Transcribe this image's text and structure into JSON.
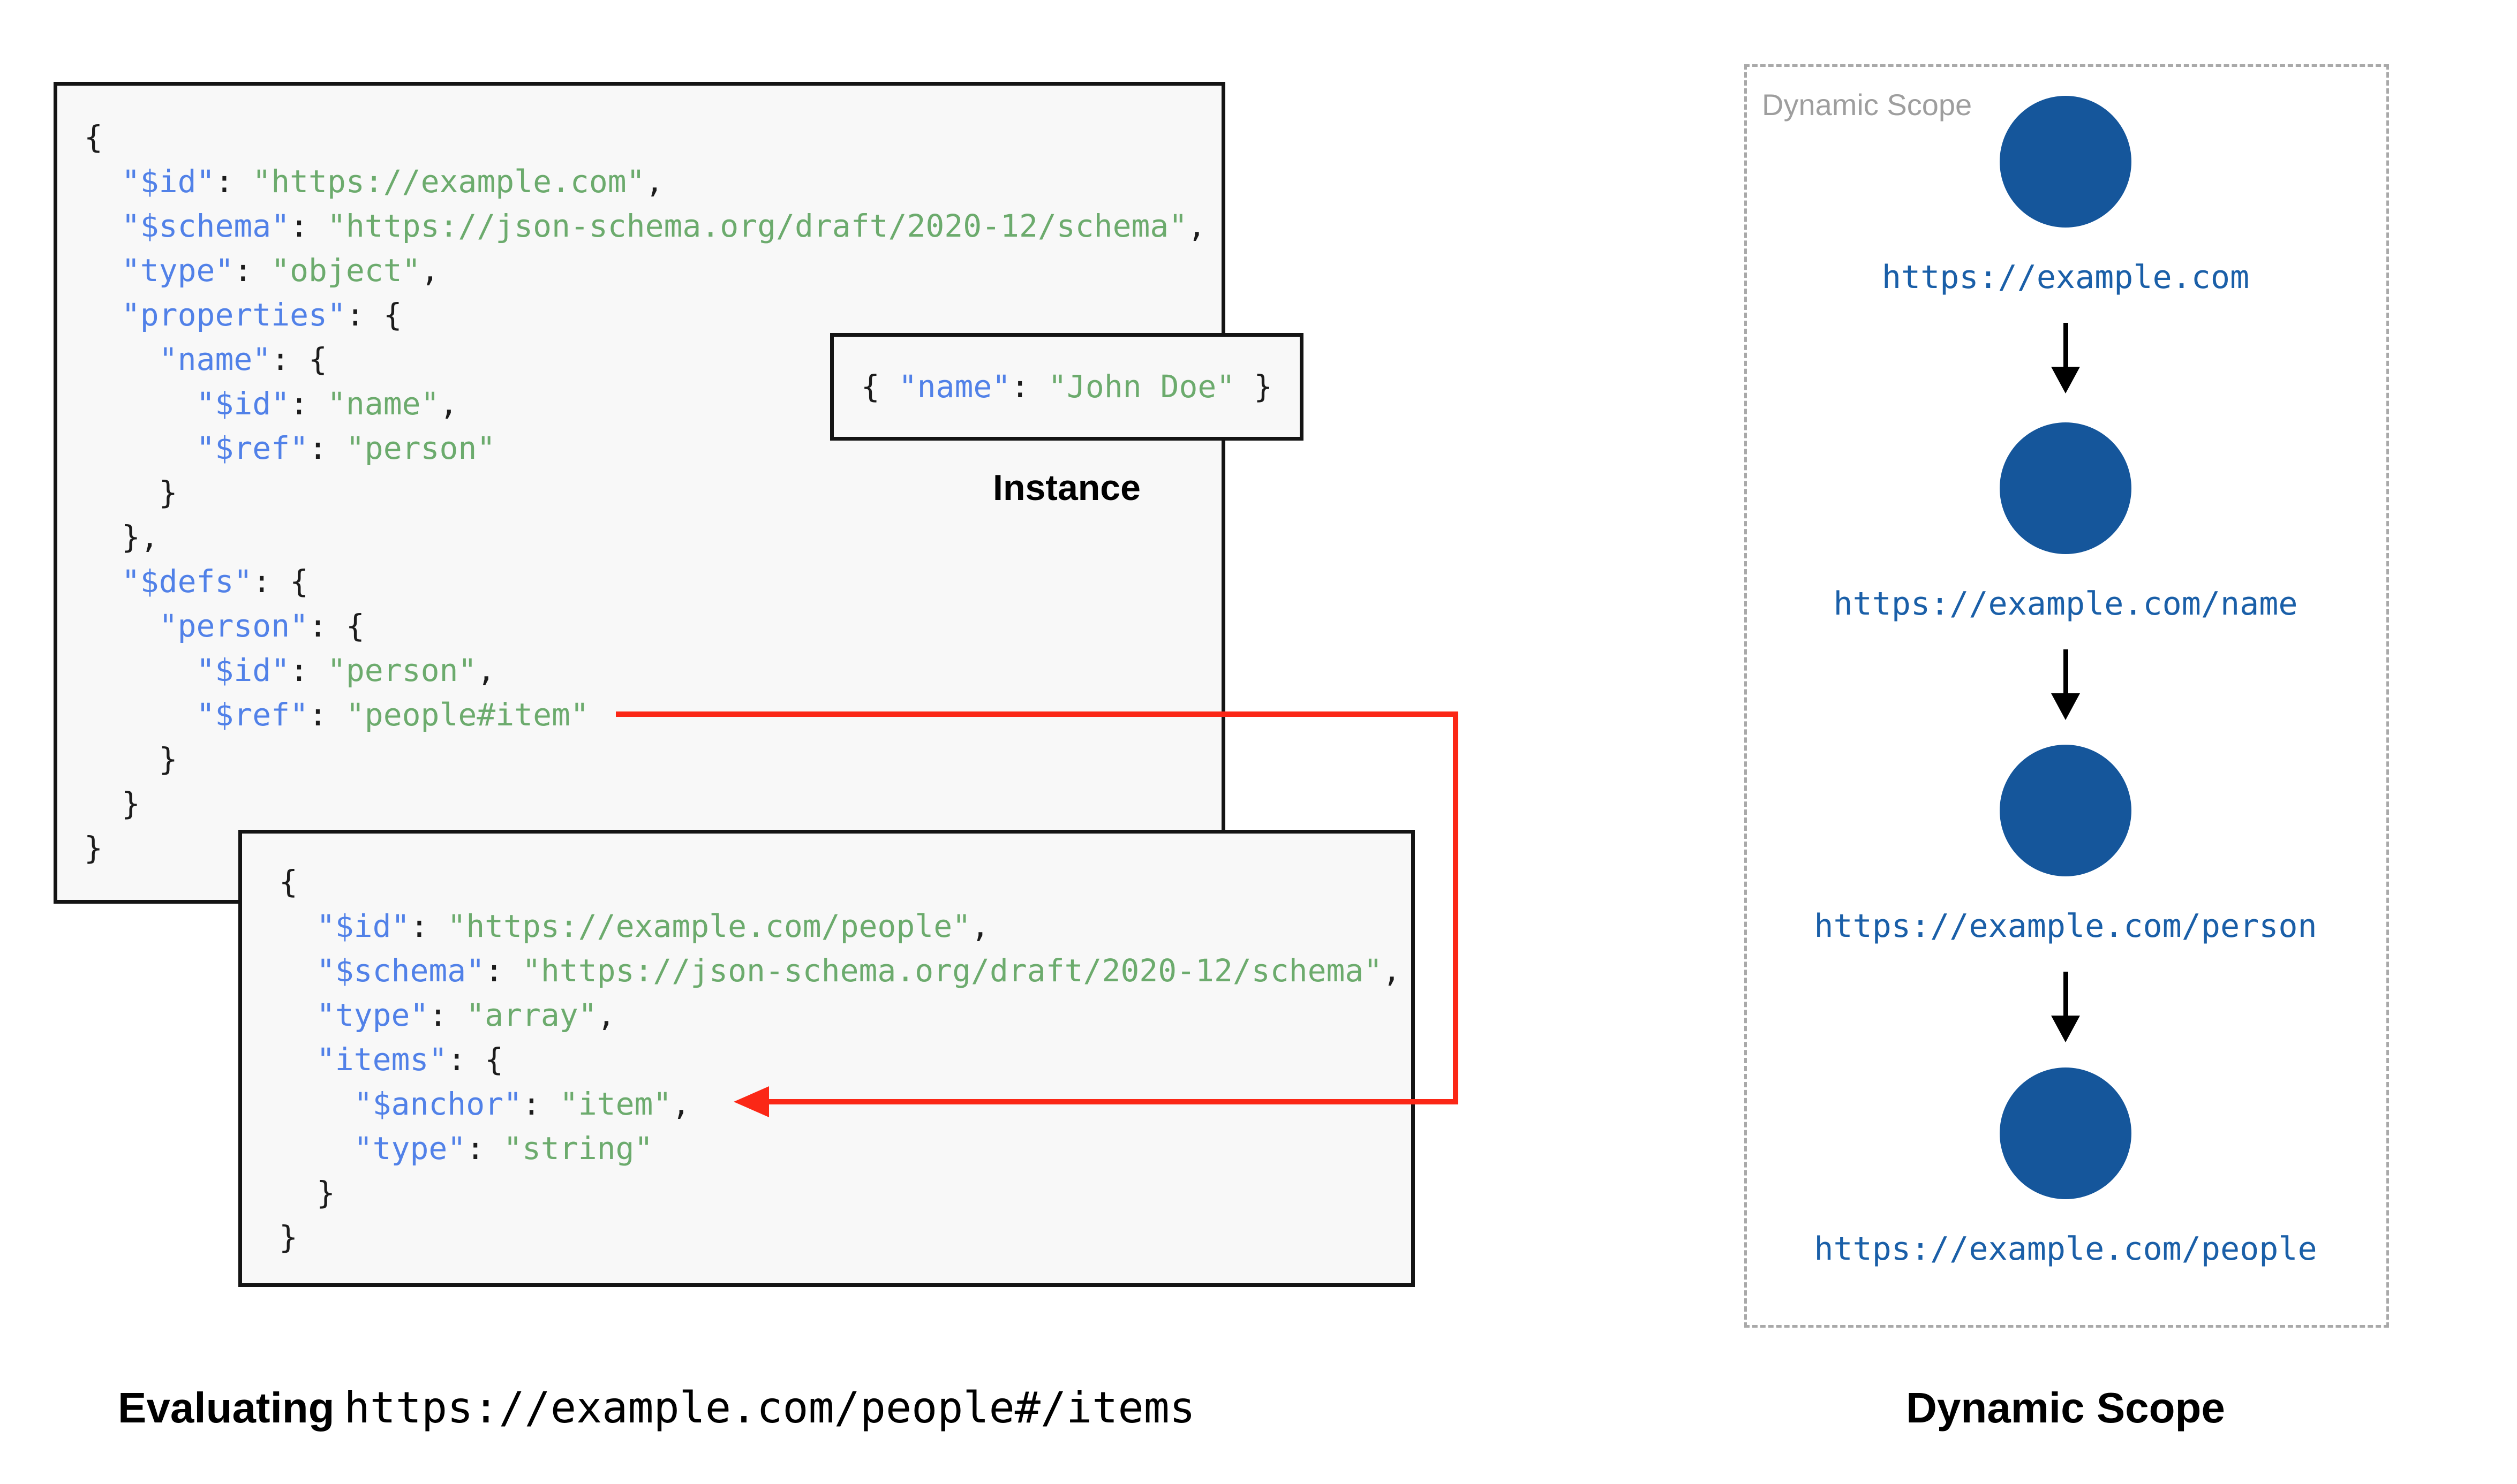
{
  "schema1": {
    "description": "root schema box",
    "lines": [
      [
        [
          "p",
          "{"
        ]
      ],
      [
        [
          "p",
          "  "
        ],
        [
          "k",
          "\"$id\""
        ],
        [
          "p",
          ": "
        ],
        [
          "s",
          "\"https://example.com\""
        ],
        [
          "p",
          ","
        ]
      ],
      [
        [
          "p",
          "  "
        ],
        [
          "k",
          "\"$schema\""
        ],
        [
          "p",
          ": "
        ],
        [
          "s",
          "\"https://json-schema.org/draft/2020-12/schema\""
        ],
        [
          "p",
          ","
        ]
      ],
      [
        [
          "p",
          "  "
        ],
        [
          "k",
          "\"type\""
        ],
        [
          "p",
          ": "
        ],
        [
          "s",
          "\"object\""
        ],
        [
          "p",
          ","
        ]
      ],
      [
        [
          "p",
          "  "
        ],
        [
          "k",
          "\"properties\""
        ],
        [
          "p",
          ": {"
        ]
      ],
      [
        [
          "p",
          "    "
        ],
        [
          "k",
          "\"name\""
        ],
        [
          "p",
          ": {"
        ]
      ],
      [
        [
          "p",
          "      "
        ],
        [
          "k",
          "\"$id\""
        ],
        [
          "p",
          ": "
        ],
        [
          "s",
          "\"name\""
        ],
        [
          "p",
          ","
        ]
      ],
      [
        [
          "p",
          "      "
        ],
        [
          "k",
          "\"$ref\""
        ],
        [
          "p",
          ": "
        ],
        [
          "s",
          "\"person\""
        ]
      ],
      [
        [
          "p",
          "    }"
        ]
      ],
      [
        [
          "p",
          "  },"
        ]
      ],
      [
        [
          "p",
          "  "
        ],
        [
          "k",
          "\"$defs\""
        ],
        [
          "p",
          ": {"
        ]
      ],
      [
        [
          "p",
          "    "
        ],
        [
          "k",
          "\"person\""
        ],
        [
          "p",
          ": {"
        ]
      ],
      [
        [
          "p",
          "      "
        ],
        [
          "k",
          "\"$id\""
        ],
        [
          "p",
          ": "
        ],
        [
          "s",
          "\"person\""
        ],
        [
          "p",
          ","
        ]
      ],
      [
        [
          "p",
          "      "
        ],
        [
          "k",
          "\"$ref\""
        ],
        [
          "p",
          ": "
        ],
        [
          "s",
          "\"people#item\""
        ]
      ],
      [
        [
          "p",
          "    }"
        ]
      ],
      [
        [
          "p",
          "  }"
        ]
      ],
      [
        [
          "p",
          "}"
        ]
      ]
    ]
  },
  "schema2": {
    "description": "people schema box",
    "lines": [
      [
        [
          "p",
          "{"
        ]
      ],
      [
        [
          "p",
          "  "
        ],
        [
          "k",
          "\"$id\""
        ],
        [
          "p",
          ": "
        ],
        [
          "s",
          "\"https://example.com/people\""
        ],
        [
          "p",
          ","
        ]
      ],
      [
        [
          "p",
          "  "
        ],
        [
          "k",
          "\"$schema\""
        ],
        [
          "p",
          ": "
        ],
        [
          "s",
          "\"https://json-schema.org/draft/2020-12/schema\""
        ],
        [
          "p",
          ","
        ]
      ],
      [
        [
          "p",
          "  "
        ],
        [
          "k",
          "\"type\""
        ],
        [
          "p",
          ": "
        ],
        [
          "s",
          "\"array\""
        ],
        [
          "p",
          ","
        ]
      ],
      [
        [
          "p",
          "  "
        ],
        [
          "k",
          "\"items\""
        ],
        [
          "p",
          ": {"
        ]
      ],
      [
        [
          "p",
          "    "
        ],
        [
          "k",
          "\"$anchor\""
        ],
        [
          "p",
          ": "
        ],
        [
          "s",
          "\"item\""
        ],
        [
          "p",
          ","
        ]
      ],
      [
        [
          "p",
          "    "
        ],
        [
          "k",
          "\"type\""
        ],
        [
          "p",
          ": "
        ],
        [
          "s",
          "\"string\""
        ]
      ],
      [
        [
          "p",
          "  }"
        ]
      ],
      [
        [
          "p",
          "}"
        ]
      ]
    ]
  },
  "instance": {
    "tokens": [
      [
        "p",
        "{ "
      ],
      [
        "k",
        "\"name\""
      ],
      [
        "p",
        ": "
      ],
      [
        "s",
        "\"John Doe\""
      ],
      [
        "p",
        " }"
      ]
    ],
    "caption": "Instance"
  },
  "dynamic_scope": {
    "panel_label": "Dynamic Scope",
    "caption": "Dynamic Scope",
    "nodes": [
      {
        "url": "https://example.com"
      },
      {
        "url": "https://example.com/name"
      },
      {
        "url": "https://example.com/person"
      },
      {
        "url": "https://example.com/people"
      }
    ]
  },
  "evaluating_caption": {
    "prefix": "Evaluating",
    "uri": "https://example.com/people#/items"
  },
  "colors": {
    "key": "#5181e8",
    "string": "#6cab6d",
    "punctuation": "#1c1c1c",
    "box_background": "#f8f8f8",
    "box_border": "#141414",
    "node_fill": "#15569b",
    "url_text": "#1a5fa8",
    "ref_arrow_red": "#fb2716",
    "panel_border": "#a9a9a9",
    "panel_label_gray": "#9e9e9e"
  }
}
